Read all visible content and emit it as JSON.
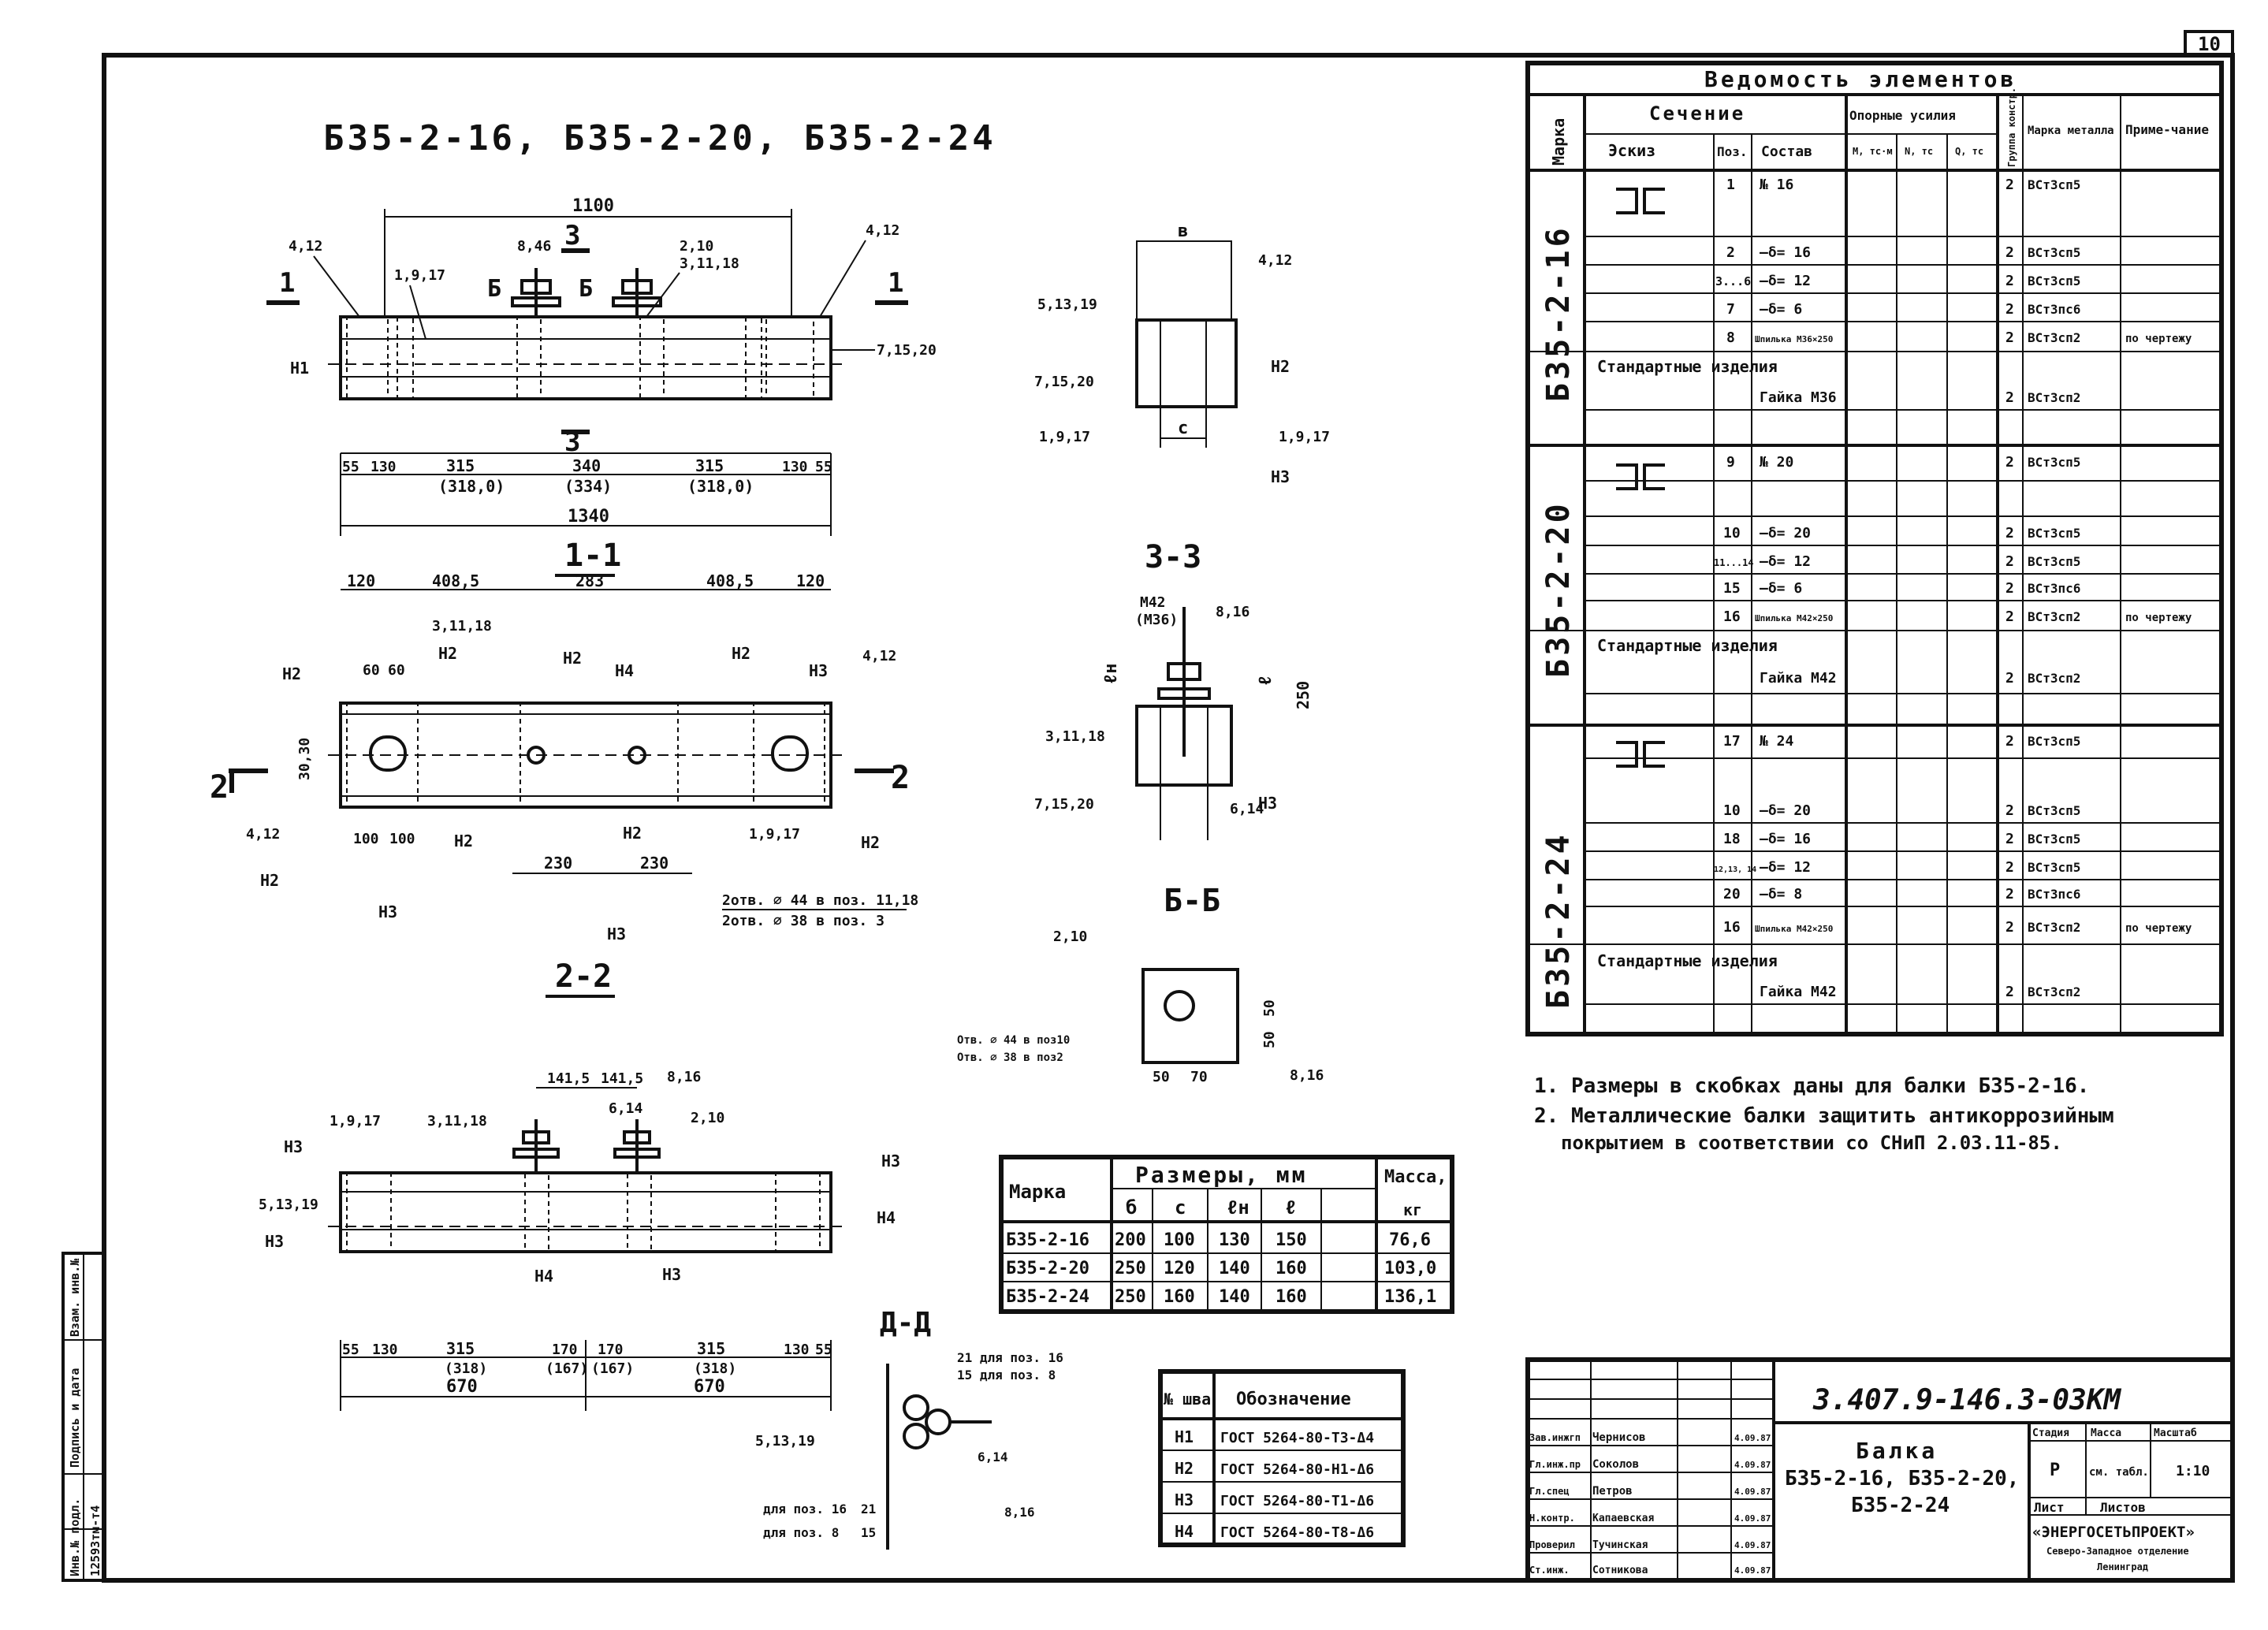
{
  "sheet_number": "10",
  "main_title": "Б35-2-16, Б35-2-20, Б35-2-24",
  "labels": {
    "sec11": "1-1",
    "sec22": "2-2",
    "sec33": "3-3",
    "secbb": "Б-Б",
    "secdd": "Д-Д",
    "n1": "Н1",
    "n2": "Н2",
    "n3": "Н3",
    "n4": "Н4",
    "m1": "1",
    "m3": "3",
    "mb": "Б",
    "m2": "2",
    "c": "с",
    "b": "в",
    "lh": "ℓн",
    "l": "ℓ",
    "p412": "4,12",
    "p846": "8,46",
    "p210": "2,10",
    "p31148": "3,11,18",
    "p1917": "1,9,17",
    "p71520": "7,15,20",
    "p51319": "5,13,19",
    "p816": "8,16",
    "p614": "6,14",
    "m42": "М42",
    "m36": "(М36)",
    "h250": "250",
    "holes1": "2отв. ⌀ 44 в поз. 11,18",
    "holes2": "2отв. ⌀ 38 в поз. 3",
    "holesbb1": "Отв. ⌀ 44 в поз10",
    "holesbb2": "Отв. ⌀ 38 в поз2",
    "dd1": "21 для поз. 16",
    "dd2": "15 для поз. 8",
    "dd3": "для поз. 16",
    "dd4": "для поз. 8",
    "dd21": "21",
    "dd15": "15"
  },
  "dims": {
    "top_1100": "1100",
    "d55": "55",
    "d130": "130",
    "d315": "315",
    "d340": "340",
    "d3180": "(318,0)",
    "d334": "(334)",
    "d1340": "1340",
    "d120": "120",
    "d4085": "408,5",
    "d283": "283",
    "d60": "60",
    "d30": "30,30",
    "d100": "100",
    "d230": "230",
    "d1415": "141,5",
    "d318": "(318)",
    "d170": "170",
    "d167": "(167)",
    "d670": "670",
    "d50": "50",
    "d70": "70"
  },
  "spec": {
    "title": "Ведомость элементов",
    "h_mark": "Марка",
    "h_section": "Сечение",
    "h_sketch": "Эскиз",
    "h_pos": "Поз.",
    "h_comp": "Состав",
    "h_forces": "Опорные усилия",
    "h_m": "М, тс·м",
    "h_n": "N, тс",
    "h_q": "Q, тс",
    "h_group": "Группа констр.",
    "h_steel": "Марка металла",
    "h_note": "Приме-чание",
    "std": "Стандартные изделия",
    "groups": [
      {
        "mark": "Б35-2-16",
        "rows": [
          {
            "pos": "1",
            "comp": "№ 16",
            "grp": "2",
            "steel": "ВСт3сп5",
            "note": ""
          },
          {
            "pos": "2",
            "comp": "—δ= 16",
            "grp": "2",
            "steel": "ВСт3сп5",
            "note": ""
          },
          {
            "pos": "3...6",
            "comp": "—δ= 12",
            "grp": "2",
            "steel": "ВСт3сп5",
            "note": ""
          },
          {
            "pos": "7",
            "comp": "—δ= 6",
            "grp": "2",
            "steel": "ВСт3пс6",
            "note": ""
          },
          {
            "pos": "8",
            "comp": "Шпилька М36×250",
            "grp": "2",
            "steel": "ВСт3сп2",
            "note": "по чертежу"
          }
        ],
        "nut": "Гайка М36",
        "nut_grp": "2",
        "nut_steel": "ВСт3сп2"
      },
      {
        "mark": "Б35-2-20",
        "rows": [
          {
            "pos": "9",
            "comp": "№ 20",
            "grp": "2",
            "steel": "ВСт3сп5",
            "note": ""
          },
          {
            "pos": "10",
            "comp": "—δ= 20",
            "grp": "2",
            "steel": "ВСт3сп5",
            "note": ""
          },
          {
            "pos": "11...14",
            "comp": "—δ= 12",
            "grp": "2",
            "steel": "ВСт3сп5",
            "note": ""
          },
          {
            "pos": "15",
            "comp": "—δ= 6",
            "grp": "2",
            "steel": "ВСт3пс6",
            "note": ""
          },
          {
            "pos": "16",
            "comp": "Шпилька М42×250",
            "grp": "2",
            "steel": "ВСт3сп2",
            "note": "по чертежу"
          }
        ],
        "nut": "Гайка М42",
        "nut_grp": "2",
        "nut_steel": "ВСт3сп2"
      },
      {
        "mark": "Б35-2-24",
        "rows": [
          {
            "pos": "17",
            "comp": "№ 24",
            "grp": "2",
            "steel": "ВСт3сп5",
            "note": ""
          },
          {
            "pos": "10",
            "comp": "—δ= 20",
            "grp": "2",
            "steel": "ВСт3сп5",
            "note": ""
          },
          {
            "pos": "18",
            "comp": "—δ= 16",
            "grp": "2",
            "steel": "ВСт3сп5",
            "note": ""
          },
          {
            "pos": "12,13, 14",
            "comp": "—δ= 12",
            "grp": "2",
            "steel": "ВСт3сп5",
            "note": ""
          },
          {
            "pos": "20",
            "comp": "—δ= 8",
            "grp": "2",
            "steel": "ВСт3пс6",
            "note": ""
          },
          {
            "pos": "16",
            "comp": "Шпилька М42×250",
            "grp": "2",
            "steel": "ВСт3сп2",
            "note": "по чертежу"
          }
        ],
        "nut": "Гайка М42",
        "nut_grp": "2",
        "nut_steel": "ВСт3сп2"
      }
    ]
  },
  "notes": [
    "1. Размеры в скобках даны для балки Б35-2-16.",
    "2. Металлические балки защитить антикоррозийным",
    "покрытием в соответствии со СНиП 2.03.11-85."
  ],
  "dim_table": {
    "h_mark": "Марка",
    "h_dims": "Размеры, мм",
    "h_mass": "Масса,",
    "h_kg": "кг",
    "cols": [
      "б",
      "с",
      "ℓн",
      "ℓ",
      ""
    ],
    "rows": [
      {
        "mark": "Б35-2-16",
        "b": "200",
        "c": "100",
        "lh": "130",
        "l": "150",
        "mass": "76,6"
      },
      {
        "mark": "Б35-2-20",
        "b": "250",
        "c": "120",
        "lh": "140",
        "l": "160",
        "mass": "103,0"
      },
      {
        "mark": "Б35-2-24",
        "b": "250",
        "c": "160",
        "lh": "140",
        "l": "160",
        "mass": "136,1"
      }
    ]
  },
  "weld_table": {
    "h_no": "№ шва",
    "h_desig": "Обозначение",
    "rows": [
      {
        "no": "Н1",
        "d": "ГОСТ 5264-80-Т3-Δ4"
      },
      {
        "no": "Н2",
        "d": "ГОСТ 5264-80-Н1-Δ6"
      },
      {
        "no": "Н3",
        "d": "ГОСТ 5264-80-Т1-Δ6"
      },
      {
        "no": "Н4",
        "d": "ГОСТ 5264-80-Т8-Δ6"
      }
    ]
  },
  "title_block": {
    "code": "3.407.9-146.3-03КМ",
    "name1": "Балка",
    "name2": "Б35-2-16, Б35-2-20,",
    "name3": "Б35-2-24",
    "h_stage": "Стадия",
    "h_mass": "Масса",
    "h_scale": "Масштаб",
    "stage": "Р",
    "mass": "см. табл.",
    "scale": "1:10",
    "h_sheet": "Лист",
    "h_sheets": "Листов",
    "org1": "«ЭНЕРГОСЕТЬПРОЕКТ»",
    "org2": "Северо-Западное отделение",
    "org3": "Ленинград",
    "people": [
      {
        "role": "Зав.инжгп",
        "name": "Чернисов",
        "date": "4.09.87"
      },
      {
        "role": "Гл.инж.пр",
        "name": "Соколов",
        "date": "4.09.87"
      },
      {
        "role": "Гл.спец",
        "name": "Петров",
        "date": "4.09.87"
      },
      {
        "role": "Н.контр.",
        "name": "Капаевская",
        "date": "4.09.87"
      },
      {
        "role": "Проверил",
        "name": "Тучинская",
        "date": "4.09.87"
      },
      {
        "role": "Ст.инж.",
        "name": "Сотникова",
        "date": "4.09.87"
      }
    ]
  },
  "left_strip": {
    "inv": "Инв.№ подл.",
    "sign": "Подпись и дата",
    "repl": "Взам. инв.№",
    "num": "12593тм-т4"
  }
}
